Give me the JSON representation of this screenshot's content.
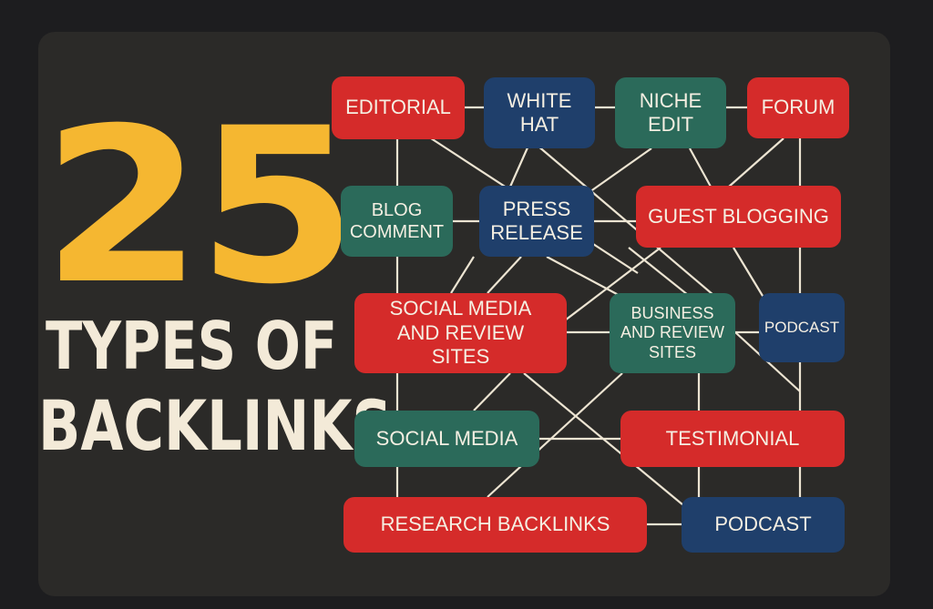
{
  "title": {
    "number": "25",
    "line1": "TYPES OF",
    "line2": "BACKLINKS"
  },
  "colors": {
    "accent": "#f5b731",
    "red": "#d52b2a",
    "blue": "#1f3f6b",
    "green": "#2b6a5a",
    "text": "#f3ead8"
  },
  "nodes": [
    {
      "label": "EDITORIAL"
    },
    {
      "label": "WHITE HAT"
    },
    {
      "label": "NICHE EDIT"
    },
    {
      "label": "FORUM"
    },
    {
      "label": "BLOG COMMENT"
    },
    {
      "label": "PRESS RELEASE"
    },
    {
      "label": "GUEST BLOGGING"
    },
    {
      "label": "SOCIAL MEDIA AND REVIEW SITES"
    },
    {
      "label": "BUSINESS AND REVIEW SITES"
    },
    {
      "label": "PODCAST"
    },
    {
      "label": "SOCIAL MEDIA"
    },
    {
      "label": "TESTIMONIAL"
    },
    {
      "label": "RESEARCH BACKLINKS"
    },
    {
      "label": "PODCAST"
    }
  ]
}
